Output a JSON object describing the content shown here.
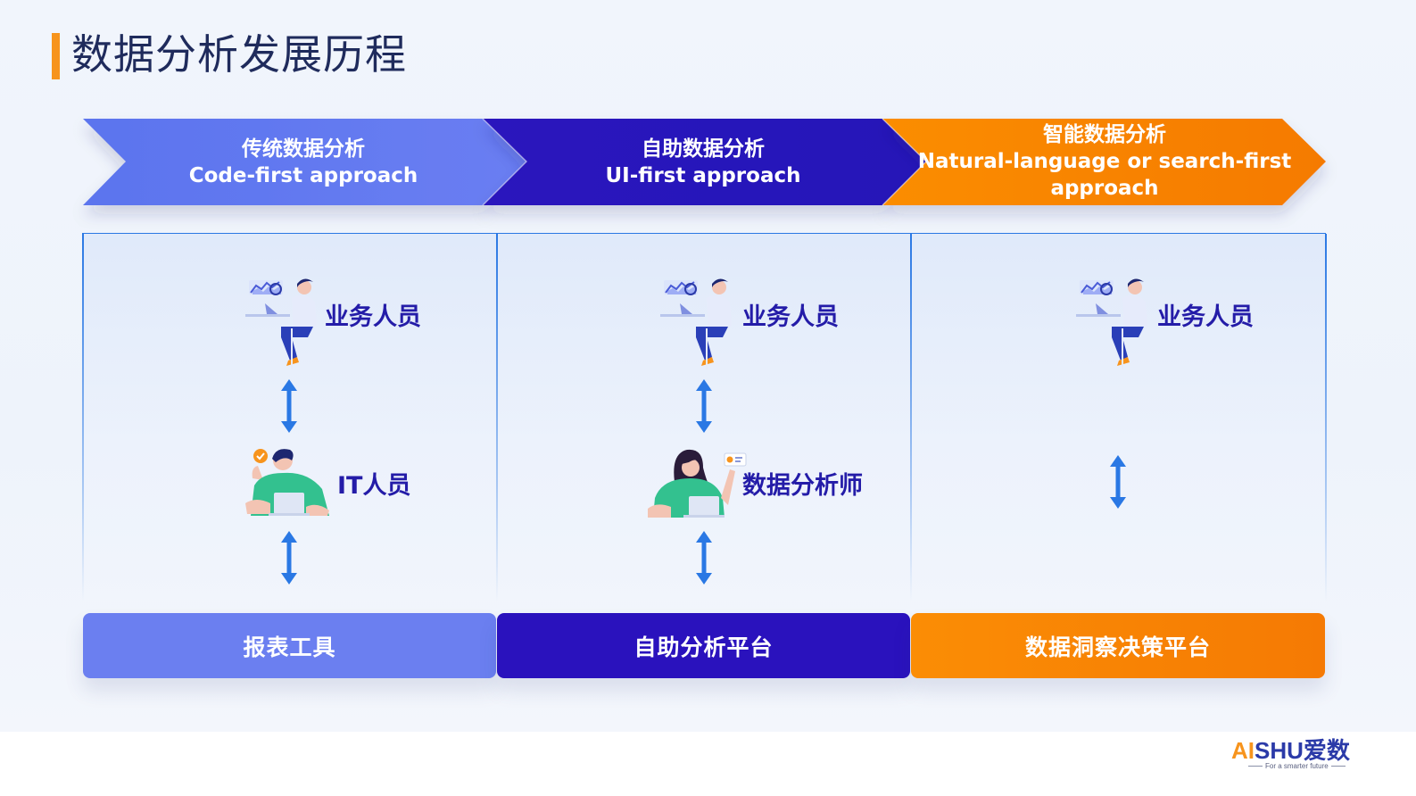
{
  "page": {
    "title": "数据分析发展历程"
  },
  "stages": [
    {
      "name": "传统数据分析",
      "subtitle": [
        "Code-first approach"
      ],
      "color": "#6b7ff0",
      "bottom_label": "报表工具"
    },
    {
      "name": "自助数据分析",
      "subtitle": [
        "UI-first approach"
      ],
      "color": "#2a12bd",
      "bottom_label": "自助分析平台"
    },
    {
      "name": "智能数据分析",
      "subtitle": [
        "Natural-language or search-first",
        "approach"
      ],
      "color": "#f98a06",
      "bottom_label": "数据洞察决策平台"
    }
  ],
  "roles": {
    "business_user": "业务人员",
    "it_staff": "IT人员",
    "data_analyst": "数据分析师"
  },
  "icons": {
    "business_user": "person-with-laptop-icon",
    "it_staff": "man-with-laptop-icon",
    "data_analyst": "woman-with-laptop-icon",
    "connector": "double-arrow-vertical-icon"
  },
  "logo": {
    "brand_a": "AI",
    "brand_b": "SHU",
    "brand_cn": "爱数",
    "tagline": "For a smarter future"
  },
  "colors": {
    "accent_orange": "#f7941d",
    "title": "#1f2b5c",
    "role_text": "#241ca8",
    "arrow_blue": "#2a78e4"
  }
}
